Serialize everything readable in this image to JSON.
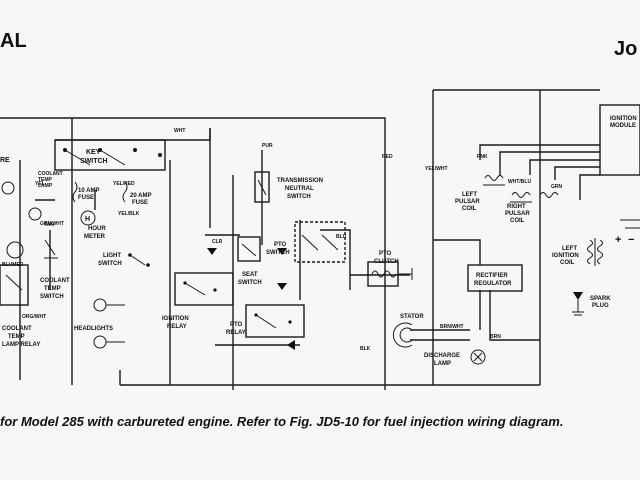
{
  "header": {
    "left_fragment": "AL",
    "right_fragment": "Jo"
  },
  "caption": "for Model 285 with carbureted engine. Refer to Fig. JD5-10 for fuel injection wiring diagram.",
  "labels": {
    "key_switch": "KEY\nSWITCH",
    "re": "RE",
    "coolant_temp_lamp": "COOLANT\nTEMP\nLAMP",
    "tan": "TAN",
    "ten_amp_fuse": "10 AMP\nFUSE",
    "twenty_amp_fuse": "20 AMP\nFUSE",
    "hour_meter": "HOUR\nMETER",
    "light_switch": "LIGHT\nSWITCH",
    "blumed": "BLUMED",
    "coolant_temp_switch": "COOLANT\nTEMP\nSWITCH",
    "coolant_temp_lamp_relay": "COOLANT\nTEMP\nLAMP\nRELAY",
    "headlights": "HEADLIGHTS",
    "transmission_neutral_switch": "TRANSMISSION\nNEUTRAL\nSWITCH",
    "pto_switch": "PTO\nSWITCH",
    "seat_switch": "SEAT\nSWITCH",
    "ignition_relay": "IGNITION\nRELAY",
    "pto_relay": "PTO\nRELAY",
    "pto_clutch": "PTO\nCLUTCH",
    "stator": "STATOR",
    "discharge_lamp": "DISCHARGE\nLAMP",
    "rectifier_regulator": "RECTIFIER\nREGULATOR",
    "left_pulsar_coil": "LEFT\nPULSAR\nCOIL",
    "right_pulsar_coil": "RIGHT\nPULSAR\nCOIL",
    "left_ignition_coil": "LEFT\nIGNITION\nCOIL",
    "spark_plug": "SPARK\nPLUG",
    "ignition_module": "IGNITION\nMODULE"
  },
  "wire_colors": {
    "wht": "WHT",
    "yel": "YEL",
    "red": "RED",
    "pur": "PUR",
    "blk": "BLK",
    "blu": "BLU",
    "clr": "CLR",
    "pnk": "PNK",
    "grn": "GRN",
    "yel_blk": "YEL/BLK",
    "yel_wht": "YEL/WHT",
    "yel_red": "YEL/RED",
    "grn_wht": "GRN/WHT",
    "org_wht": "ORG/WHT",
    "brn_wht": "BRN/WHT",
    "brn": "BRN",
    "wht_blu": "WHT/BLU",
    "tan": "TAN"
  },
  "symbols": {
    "plus": "+",
    "minus": "−"
  }
}
